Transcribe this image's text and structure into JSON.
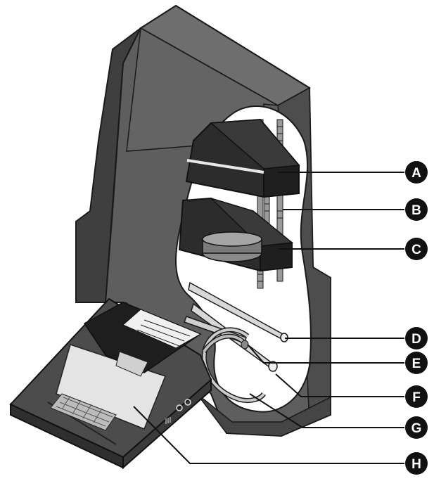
{
  "diagram": {
    "callouts": [
      {
        "id": "A",
        "label": "A",
        "part": "upper-block"
      },
      {
        "id": "B",
        "label": "B",
        "part": "threaded-rod"
      },
      {
        "id": "C",
        "label": "C",
        "part": "lower-block"
      },
      {
        "id": "D",
        "label": "D",
        "part": "upper-rail"
      },
      {
        "id": "E",
        "label": "E",
        "part": "tube-end"
      },
      {
        "id": "F",
        "label": "F",
        "part": "lower-rail"
      },
      {
        "id": "G",
        "label": "G",
        "part": "curved-hoop"
      },
      {
        "id": "H",
        "label": "H",
        "part": "sample-tray"
      }
    ]
  },
  "colors": {
    "housing": "#5a5a5a",
    "housing_dark": "#3b3b3b",
    "housing_light": "#787878",
    "blocks": "#2a2a2a",
    "callout_fill": "#111111",
    "rails": "#d9d9d9",
    "tray": "#4a4a4a",
    "sheet": "#e6e6e6"
  }
}
